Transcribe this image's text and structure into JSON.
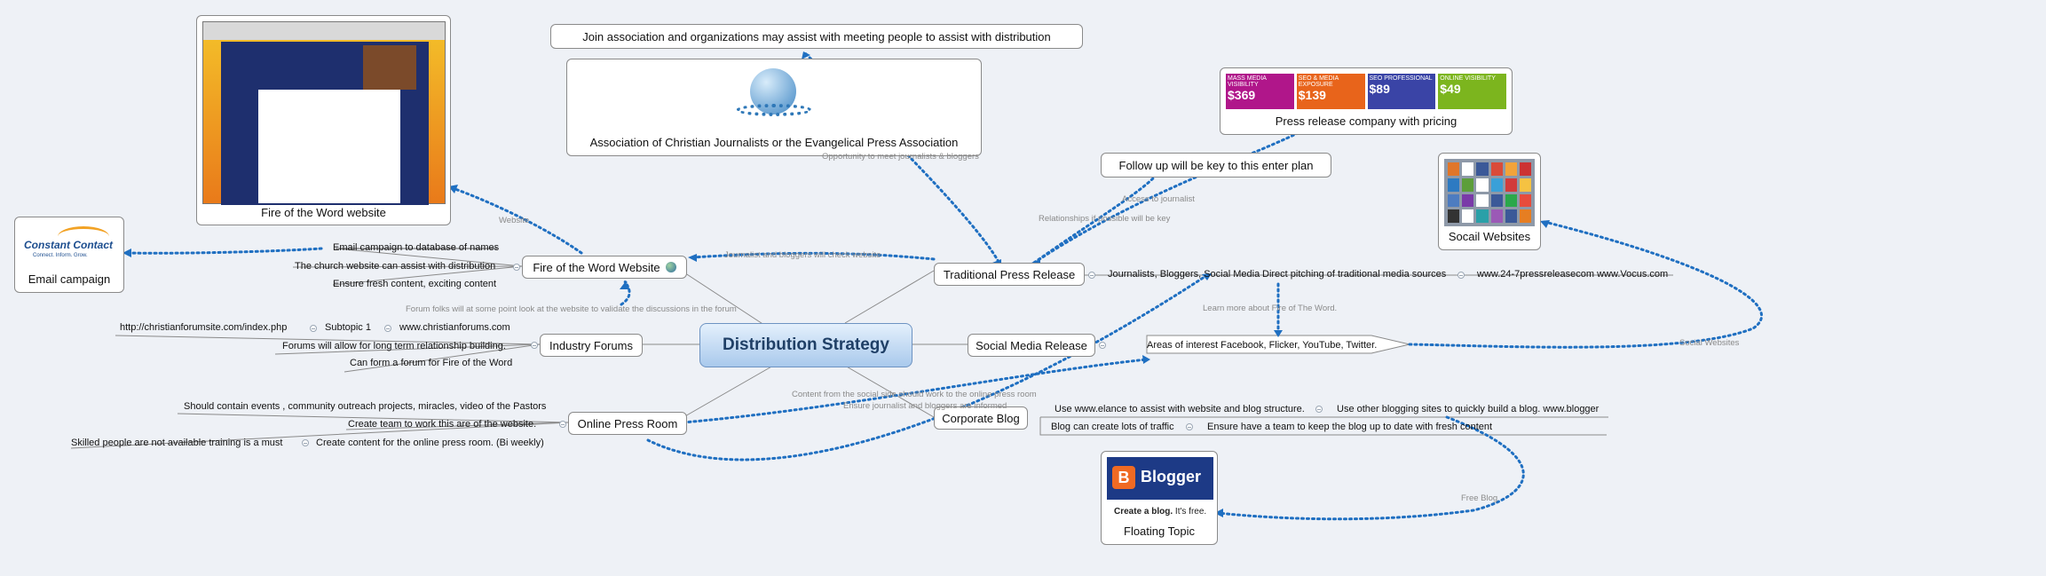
{
  "central": "Distribution Strategy",
  "branches": {
    "fire": "Fire of the Word Website",
    "forums": "Industry Forums",
    "press_room": "Online Press Room",
    "traditional": "Traditional Press Release",
    "social": "Social Media Release",
    "blog": "Corporate Blog"
  },
  "fire_sub": [
    "Email campaign to database of names",
    "The church website can assist with distribution",
    "Ensure fresh content, exciting content"
  ],
  "forums_sub": {
    "url": "http://christianforumsite.com/index.php",
    "subtopic": "Subtopic 1",
    "site": "www.christianforums.com",
    "items": [
      "Forums will allow for long term relationship building.",
      "Can form a forum for Fire of the Word"
    ]
  },
  "press_sub": {
    "items": [
      "Should contain events , community outreach projects, miracles, video of the Pastors",
      "Create team to work this are of the website."
    ],
    "skilled": "Skilled people are not available training is a must",
    "content": "Create content for the online press room. (Bi weekly)"
  },
  "traditional_sub": {
    "first": "Journalists, Bloggers, Social Media",
    "second": "Direct pitching of traditional media sources",
    "third": "www.24-7pressreleasecom www.Vocus.com"
  },
  "social_sub": "Areas of interest Facebook, Flicker, YouTube, Twitter.",
  "blog_sub": {
    "a": "Use www.elance to assist with website and blog structure.",
    "b": "Use other blogging sites to quickly build a blog. www.blogger",
    "c": "Blog can create lots of traffic",
    "d": "Ensure have a team to keep the blog up to date with fresh content"
  },
  "floating": {
    "join": "Join association and organizations may assist with meeting people to assist with distribution",
    "association": "Association of Christian Journalists or the Evangelical Press Association",
    "press_company": "Press release company with pricing",
    "follow_up": "Follow up will be key to this enter plan",
    "social_websites": "Socail Websites",
    "fire_website": "Fire of the Word website",
    "email_campaign": "Email campaign",
    "floating_topic": "Floating Topic"
  },
  "relationships": {
    "website": "Website",
    "opportunity": "Opportunity to meet journalists & bloggers",
    "access": "Access to journalist",
    "key": "Relationships if possible will be key",
    "check": "Journalist and bloggers will check website",
    "forum_folks": "Forum folks will at some point look at the website to validate the discussions in the forum",
    "learn": "Learn more about Fire of The Word.",
    "social_sites": "Social Websites",
    "content_social": "Content from the social side should work to the online press room",
    "ensure_informed": "Ensure journalist and bloggers are informed",
    "free_blog": "Free Blog"
  },
  "pricing_tiles": [
    {
      "title": "MASS MEDIA VISIBILITY",
      "price": "$369",
      "color": "#b0168a"
    },
    {
      "title": "SEO & MEDIA EXPOSURE",
      "price": "$139",
      "color": "#e8641b"
    },
    {
      "title": "SEO PROFESSIONAL",
      "price": "$89",
      "color": "#3a44a6"
    },
    {
      "title": "ONLINE VISIBILITY",
      "price": "$49",
      "color": "#7cb51e"
    }
  ],
  "logos": {
    "constant_contact": "Constant Contact",
    "constant_tag": "Connect. Inform. Grow.",
    "blogger": "Blogger",
    "blogger_cta": "Create a blog.",
    "blogger_free": "It's free."
  },
  "colors": {
    "dotted_link": "#1f6fc1",
    "central_fill": "#a9c9ec",
    "line": "#8a8a8a"
  }
}
